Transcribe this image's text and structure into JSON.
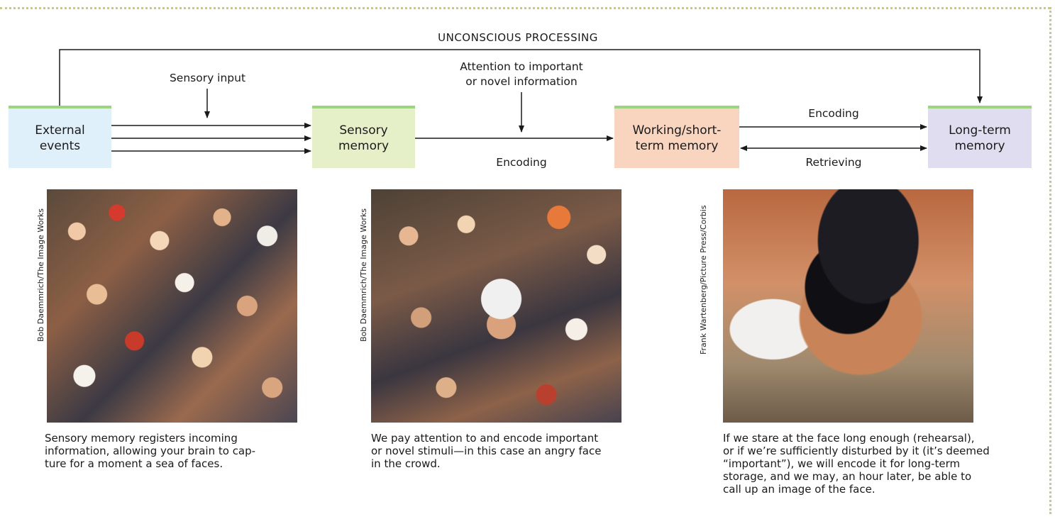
{
  "diagram": {
    "title": "UNCONSCIOUS PROCESSING",
    "boxes": {
      "external": "External\nevents",
      "sensory": "Sensory\nmemory",
      "working": "Working/short-\nterm memory",
      "longterm": "Long-term\nmemory"
    },
    "labels": {
      "sensory_input": "Sensory input",
      "attention": "Attention to important\nor novel information",
      "encoding_mid": "Encoding",
      "encoding_right": "Encoding",
      "retrieving": "Retrieving"
    },
    "colors": {
      "external": "#dff0fa",
      "sensory": "#e6f0c8",
      "working": "#f9d4bf",
      "longterm": "#e1ddf0",
      "box_top_border": "#9cd47f",
      "dotted_border": "#c9c68f"
    }
  },
  "photos": [
    {
      "credit": "Bob Daemmrich/The Image Works",
      "caption": "Sensory memory registers incoming\ninformation, allowing your brain to cap-\nture for a moment a sea of faces."
    },
    {
      "credit": "Bob Daemmrich/The Image Works",
      "caption": "We pay attention to and encode important\nor novel stimuli—in this case an angry face\nin the crowd."
    },
    {
      "credit": "Frank Wartenberg/Picture Press/Corbis",
      "caption": "If we stare at the face long enough (rehearsal),\nor if we’re sufficiently disturbed by it (it’s deemed\n “important”), we will encode it for long-term\nstorage, and we may, an hour later, be able to\ncall up an image of the face."
    }
  ]
}
